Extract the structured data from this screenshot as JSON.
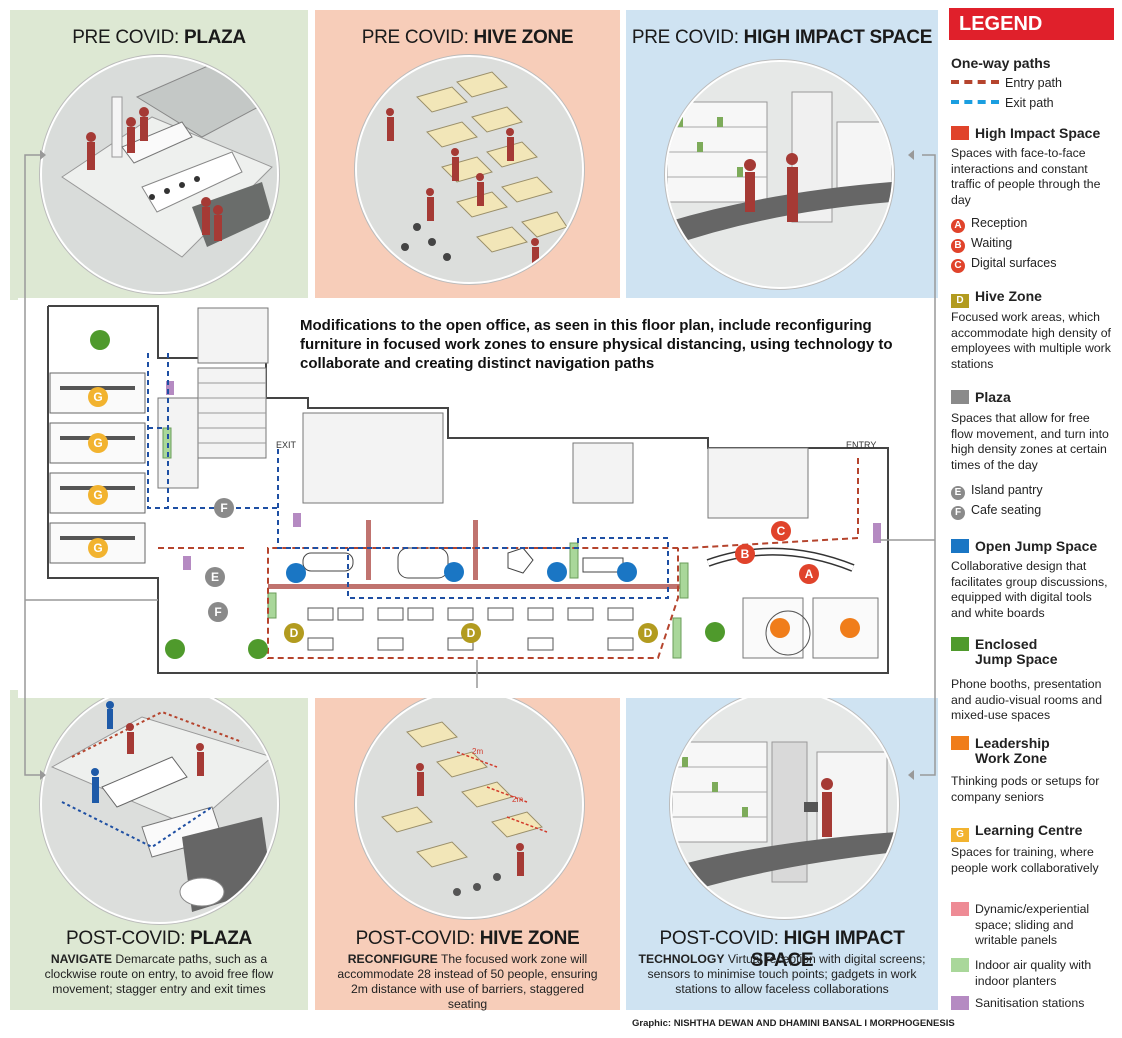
{
  "titles": {
    "pre_plaza_prefix": "PRE COVID: ",
    "pre_plaza_bold": "PLAZA",
    "pre_hive_prefix": "PRE COVID: ",
    "pre_hive_bold": "HIVE ZONE",
    "pre_impact_prefix": "PRE COVID: ",
    "pre_impact_bold": "HIGH IMPACT SPACE",
    "post_plaza_prefix": "POST-COVID: ",
    "post_plaza_bold": "PLAZA",
    "post_hive_prefix": "POST-COVID: ",
    "post_hive_bold": "HIVE ZONE",
    "post_impact_prefix": "POST-COVID: ",
    "post_impact_bold": "HIGH IMPACT SPACE"
  },
  "captions": {
    "plaza_bold": "NAVIGATE",
    "plaza_text": " Demarcate paths, such as a clockwise route on entry, to avoid free flow movement; stagger entry and exit times",
    "hive_bold": "RECONFIGURE",
    "hive_text": " The focused work zone will accommodate 28 instead of 50 people, ensuring 2m distance with use of barriers, staggered seating",
    "impact_bold": "TECHNOLOGY",
    "impact_text": " Virtual reception with digital screens; sensors to minimise touch points; gadgets in work stations to allow faceless collaborations"
  },
  "headline": "Modifications to the open office, as seen in this floor plan, include reconfiguring furniture in focused work zones to ensure physical distancing, using technology to collaborate and creating distinct navigation paths",
  "plan_labels": {
    "exit": "EXIT",
    "entry": "ENTRY",
    "hive_dim_1": "2m",
    "hive_dim_2": "2m"
  },
  "markers": {
    "A": "A",
    "B": "B",
    "C": "C",
    "D": "D",
    "E": "E",
    "F": "F",
    "G": "G"
  },
  "legend": {
    "title": "LEGEND",
    "oneway_heading": "One-way paths",
    "entry_path": "Entry path",
    "exit_path": "Exit path",
    "high_impact": {
      "name": "High Impact Space",
      "desc": "Spaces with face-to-face interactions and constant traffic of people through the day",
      "color": "#e0432b",
      "items": [
        {
          "letter": "A",
          "label": "Reception"
        },
        {
          "letter": "B",
          "label": "Waiting"
        },
        {
          "letter": "C",
          "label": "Digital surfaces"
        }
      ]
    },
    "hive": {
      "name": "Hive Zone",
      "desc": "Focused work areas, which accommodate high density of employees with multiple work stations",
      "color": "#b29b1f"
    },
    "plaza": {
      "name": "Plaza",
      "desc": "Spaces that allow for free flow movement, and turn into high density zones at certain times of the day",
      "color": "#8a8a8a",
      "items": [
        {
          "letter": "E",
          "label": "Island pantry"
        },
        {
          "letter": "F",
          "label": "Cafe seating"
        }
      ]
    },
    "open_jump": {
      "name": "Open Jump Space",
      "desc": "Collaborative design that facilitates group discussions, equipped with digital tools and white boards",
      "color": "#1a76c4"
    },
    "enclosed_jump": {
      "name_1": "Enclosed",
      "name_2": "Jump Space",
      "desc": "Phone booths, presentation and audio-visual rooms and mixed-use spaces",
      "color": "#4f9a2c"
    },
    "leadership": {
      "name_1": "Leadership",
      "name_2": "Work Zone",
      "desc": "Thinking pods or setups for company seniors",
      "color": "#f07d1a"
    },
    "learning": {
      "letter": "G",
      "name": "Learning Centre",
      "desc": "Spaces for training, where people work collaboratively",
      "color": "#f2b32f"
    },
    "dynamic": {
      "desc": "Dynamic/experiential space; sliding and writable panels",
      "color": "#ee8b95"
    },
    "air": {
      "desc": "Indoor air quality with indoor planters",
      "color": "#a9d79a"
    },
    "sanitisation": {
      "desc": "Sanitisation stations",
      "color": "#b58ac2"
    }
  },
  "credit": "Graphic: NISHTHA DEWAN AND DHAMINI BANSAL I MORPHOGENESIS",
  "colors": {
    "plaza_bg": "#dde8d3",
    "hive_bg": "#f7cdb9",
    "impact_bg": "#cfe3f2",
    "entry_path": "#b5442d",
    "exit_path": "#1e4fa3"
  }
}
